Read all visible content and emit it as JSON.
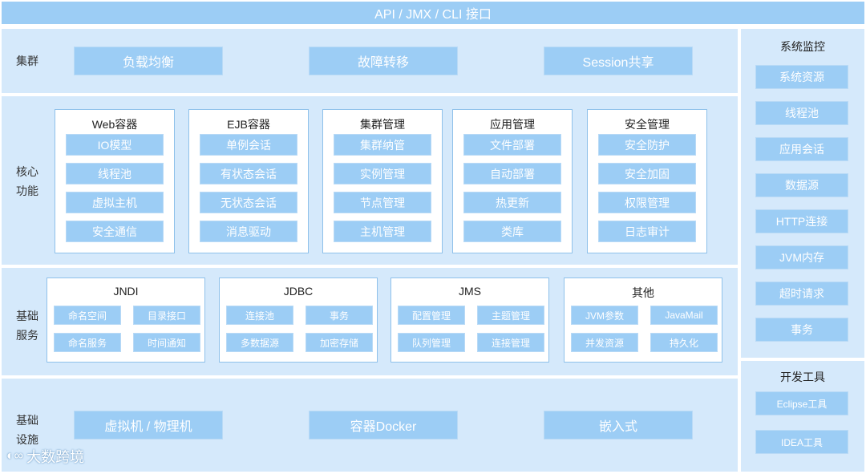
{
  "top_bar": {
    "label": "API / JMX / CLI 接口"
  },
  "cluster": {
    "label": "集群",
    "buttons": [
      "负载均衡",
      "故障转移",
      "Session共享"
    ]
  },
  "core": {
    "label_line1": "核心",
    "label_line2": "功能",
    "cards": [
      {
        "title": "Web容器",
        "items": [
          "IO模型",
          "线程池",
          "虚拟主机",
          "安全通信"
        ]
      },
      {
        "title": "EJB容器",
        "items": [
          "单例会话",
          "有状态会话",
          "无状态会话",
          "消息驱动"
        ]
      },
      {
        "title": "集群管理",
        "items": [
          "集群纳管",
          "实例管理",
          "节点管理",
          "主机管理"
        ]
      },
      {
        "title": "应用管理",
        "items": [
          "文件部署",
          "自动部署",
          "热更新",
          "类库"
        ]
      },
      {
        "title": "安全管理",
        "items": [
          "安全防护",
          "安全加固",
          "权限管理",
          "日志审计"
        ]
      }
    ]
  },
  "base_services": {
    "label_line1": "基础",
    "label_line2": "服务",
    "cards": [
      {
        "title": "JNDI",
        "items": [
          "命名空间",
          "目录接口",
          "命名服务",
          "时间通知"
        ]
      },
      {
        "title": "JDBC",
        "items": [
          "连接池",
          "事务",
          "多数据源",
          "加密存储"
        ]
      },
      {
        "title": "JMS",
        "items": [
          "配置管理",
          "主题管理",
          "队列管理",
          "连接管理"
        ]
      },
      {
        "title": "其他",
        "items": [
          "JVM参数",
          "JavaMail",
          "并发资源",
          "持久化"
        ]
      }
    ]
  },
  "infra": {
    "label_line1": "基础",
    "label_line2": "设施",
    "buttons": [
      "虚拟机 / 物理机",
      "容器Docker",
      "嵌入式"
    ]
  },
  "monitor": {
    "title": "系统监控",
    "items": [
      "系统资源",
      "线程池",
      "应用会话",
      "数据源",
      "HTTP连接",
      "JVM内存",
      "超时请求",
      "事务"
    ]
  },
  "devtools": {
    "title": "开发工具",
    "items": [
      "Eclipse工具",
      "IDEA工具"
    ]
  },
  "watermark": {
    "text": "大数跨境"
  },
  "colors": {
    "band": "#d5e9fb",
    "button": "#9ccdf5",
    "card_border": "#8fc1ea"
  }
}
